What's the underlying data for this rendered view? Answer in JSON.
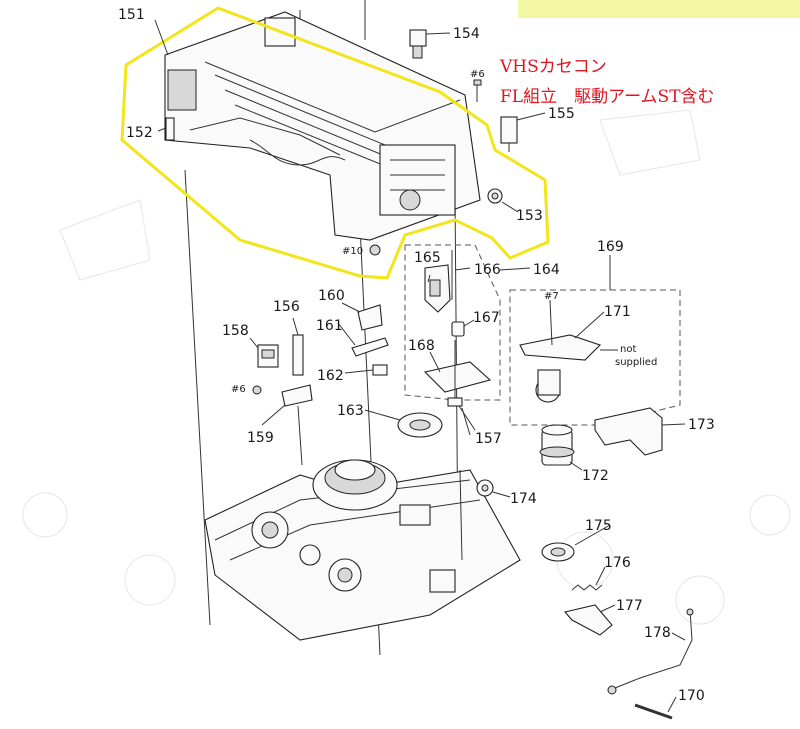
{
  "parts": [
    {
      "id": "p151",
      "label": "151"
    },
    {
      "id": "p152",
      "label": "152"
    },
    {
      "id": "p153",
      "label": "153"
    },
    {
      "id": "p154",
      "label": "154"
    },
    {
      "id": "p155",
      "label": "155"
    },
    {
      "id": "p156",
      "label": "156"
    },
    {
      "id": "p157",
      "label": "157"
    },
    {
      "id": "p158",
      "label": "158"
    },
    {
      "id": "p159",
      "label": "159"
    },
    {
      "id": "p160",
      "label": "160"
    },
    {
      "id": "p161",
      "label": "161"
    },
    {
      "id": "p162",
      "label": "162"
    },
    {
      "id": "p163",
      "label": "163"
    },
    {
      "id": "p164",
      "label": "164"
    },
    {
      "id": "p165",
      "label": "165"
    },
    {
      "id": "p166",
      "label": "166"
    },
    {
      "id": "p167",
      "label": "167"
    },
    {
      "id": "p168",
      "label": "168"
    },
    {
      "id": "p169",
      "label": "169"
    },
    {
      "id": "p170",
      "label": "170"
    },
    {
      "id": "p171",
      "label": "171"
    },
    {
      "id": "p172",
      "label": "172"
    },
    {
      "id": "p173",
      "label": "173"
    },
    {
      "id": "p174",
      "label": "174"
    },
    {
      "id": "p175",
      "label": "175"
    },
    {
      "id": "p176",
      "label": "176"
    },
    {
      "id": "p177",
      "label": "177"
    },
    {
      "id": "p178",
      "label": "178"
    }
  ],
  "screws": {
    "s6_top": "#6",
    "s6_left": "#6",
    "s7": "#7",
    "s10": "#10"
  },
  "not_supplied": {
    "line1": "not",
    "line2": "supplied"
  },
  "annotation": {
    "line1": "VHSカセコン",
    "line2": "FL組立　駆動アームST含む",
    "color": "#e0141e"
  },
  "highlight_color": "#f2e51b",
  "corner_tab_color": "#f3f7a3"
}
